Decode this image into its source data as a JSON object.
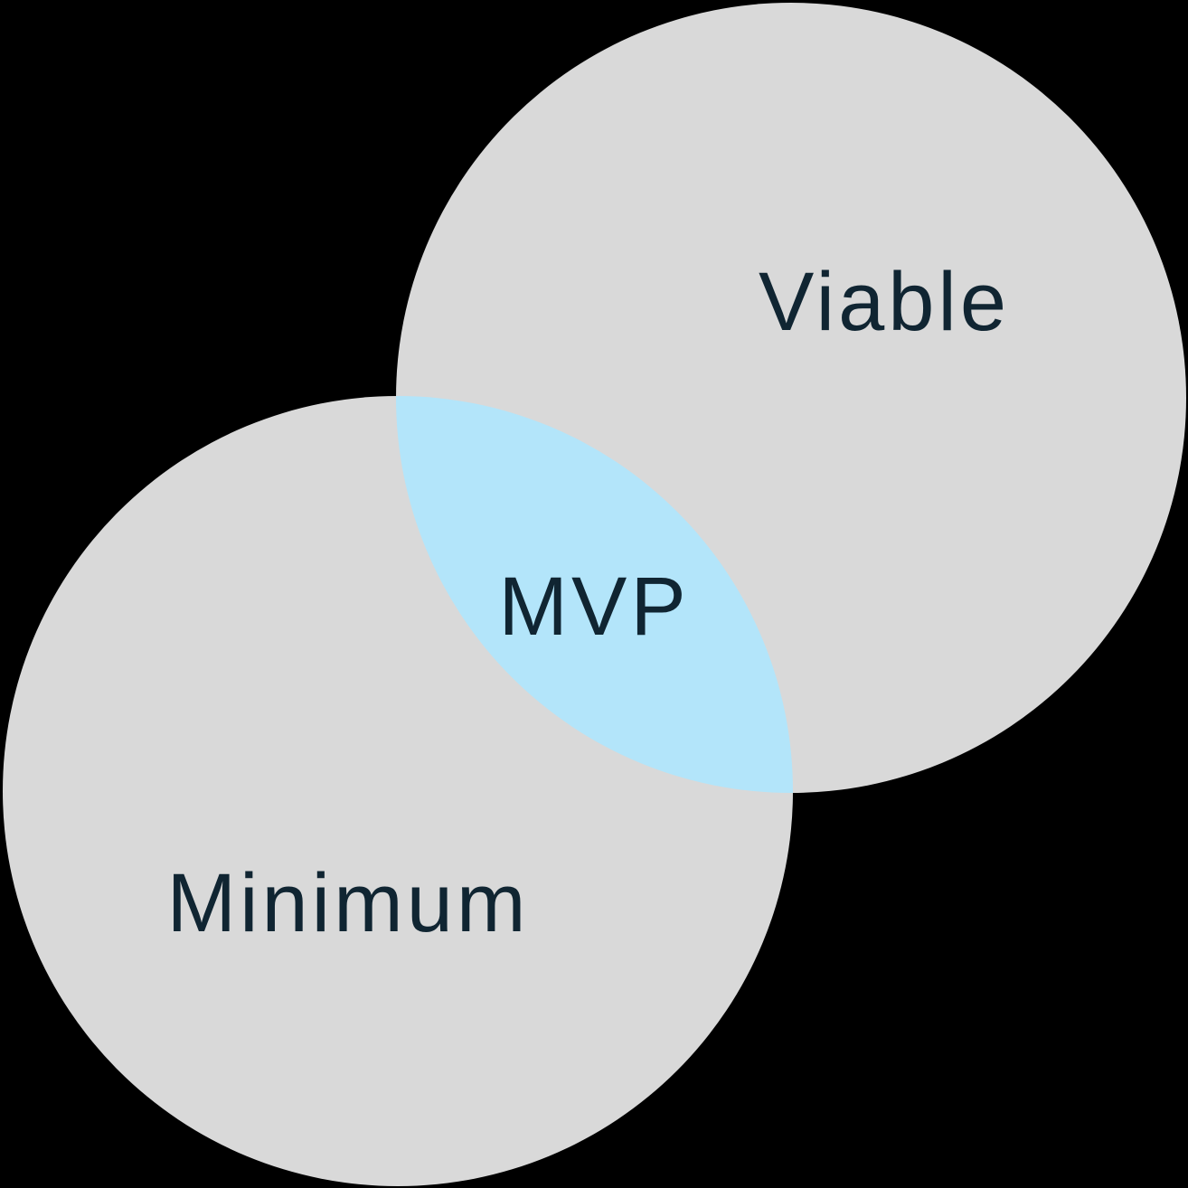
{
  "venn": {
    "type": "venn-diagram",
    "description": "Two overlapping circles; intersection highlighted",
    "sets": [
      {
        "label": "Viable",
        "position": "top-right"
      },
      {
        "label": "Minimum",
        "position": "bottom-left"
      }
    ],
    "intersection": {
      "label": "MVP",
      "highlighted": true
    },
    "labels": {
      "viable": "Viable",
      "minimum": "Minimum",
      "mvp": "MVP"
    },
    "colors": {
      "circle_fill": "#d9d9d9",
      "intersection_fill": "#b3e5fa",
      "text": "#102532",
      "background": "#000000"
    }
  }
}
